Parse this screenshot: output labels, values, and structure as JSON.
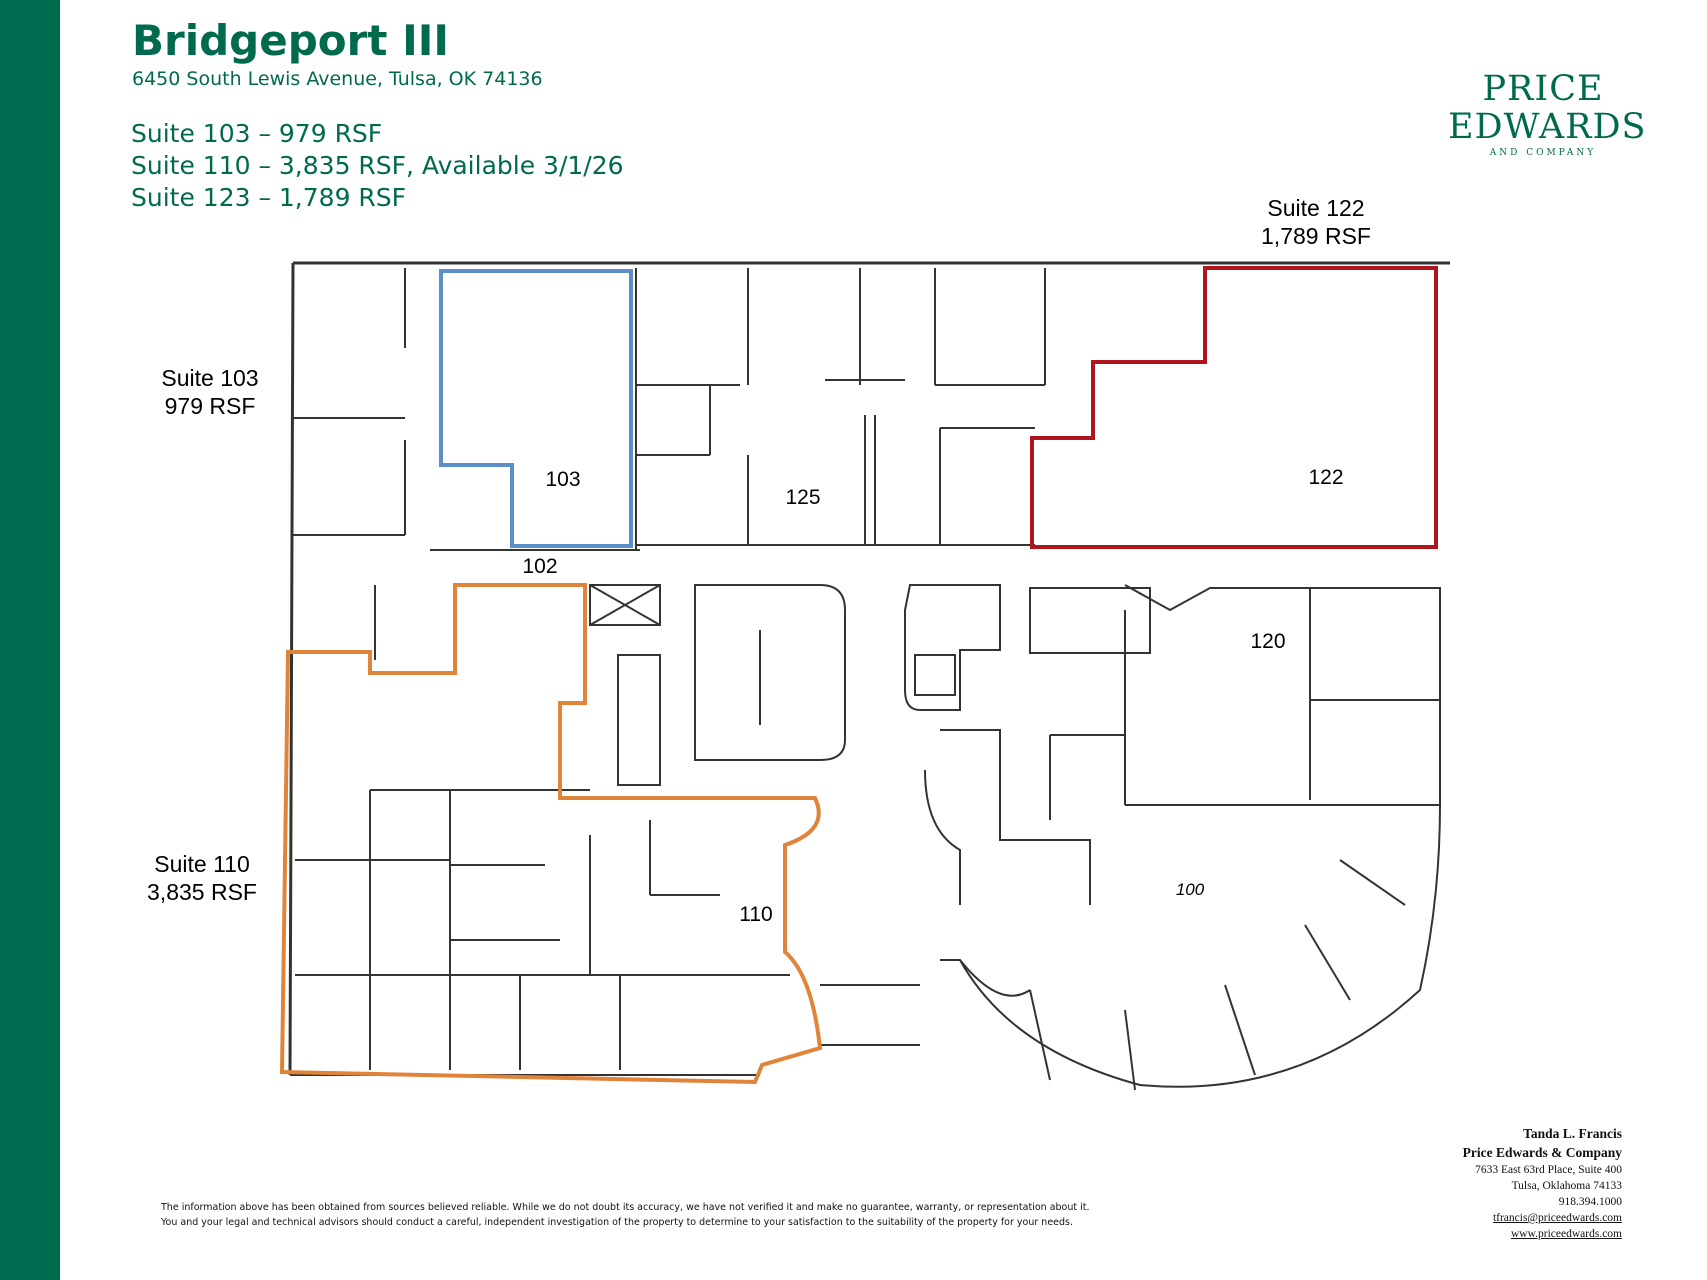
{
  "header": {
    "title": "Bridgeport III",
    "address": "6450 South Lewis Avenue, Tulsa, OK  74136",
    "suites": [
      "Suite 103 – 979 RSF",
      "Suite 110 – 3,835 RSF, Available 3/1/26",
      "Suite 123 – 1,789 RSF"
    ]
  },
  "logo": {
    "line1": "PRICE",
    "line2": "EDWARDS",
    "line3": "AND COMPANY"
  },
  "plan": {
    "callouts": {
      "suite103": {
        "name": "Suite 103",
        "area": "979 RSF"
      },
      "suite110": {
        "name": "Suite 110",
        "area": "3,835 RSF"
      },
      "suite122": {
        "name": "Suite 122",
        "area": "1,789 RSF"
      }
    },
    "room_labels": {
      "r103": "103",
      "r102": "102",
      "r125": "125",
      "r122": "122",
      "r120": "120",
      "r110": "110",
      "r100": "100"
    },
    "colors": {
      "suite103": "#5b8fc7",
      "suite110": "#e0843a",
      "suite122": "#b0141c",
      "walls": "#333333"
    }
  },
  "disclaimer": {
    "line1": "The information above has been obtained from sources believed reliable.  While we do not doubt its accuracy, we have not verified it and make no guarantee, warranty, or representation about it.",
    "line2": "You and your legal and technical advisors should conduct a careful, independent investigation of the property to determine to your satisfaction to the suitability of the property for your needs."
  },
  "contact": {
    "name": "Tanda L. Francis",
    "company": "Price Edwards & Company",
    "street": "7633 East 63rd Place, Suite 400",
    "city": "Tulsa, Oklahoma  74133",
    "phone": "918.394.1000",
    "email": "tfrancis@priceedwards.com",
    "web": "www.priceedwards.com"
  }
}
